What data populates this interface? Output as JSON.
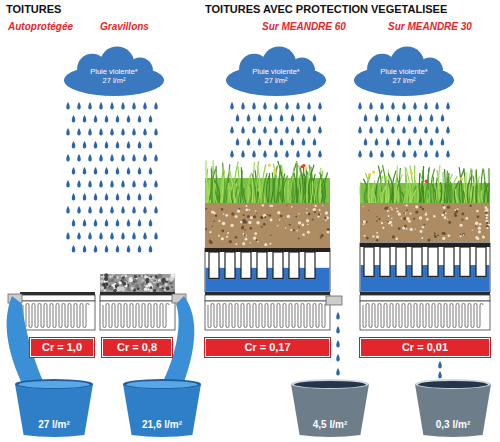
{
  "diagram": {
    "nodes": [
      {
        "text": [
          "Pluie violente*",
          "27 l/m²"
        ]
      },
      {
        "text": [
          "Pluie violente*",
          "27 l/m²"
        ]
      },
      {
        "text": [
          "Pluie violente*",
          "27 l/m²"
        ]
      },
      {
        "text": [
          "Cr = 1,0"
        ]
      },
      {
        "text": [
          "Cr = 0,8"
        ]
      },
      {
        "text": [
          "Cr = 0,17"
        ]
      },
      {
        "text": [
          "Cr = 0,01"
        ]
      },
      {
        "text": [
          "27 l/m²"
        ]
      },
      {
        "text": [
          "21,6 l/m²"
        ]
      },
      {
        "text": [
          "4,5 l/m²"
        ]
      },
      {
        "text": [
          "0,3 l/m²"
        ]
      }
    ],
    "labels": [
      "TOITURES",
      "Autoprotégée",
      "Gravillons",
      "TOITURES AVEC PROTECTION VEGETALISEE",
      "Sur MEANDRE 60",
      "Sur MEANDRE 30"
    ]
  }
}
